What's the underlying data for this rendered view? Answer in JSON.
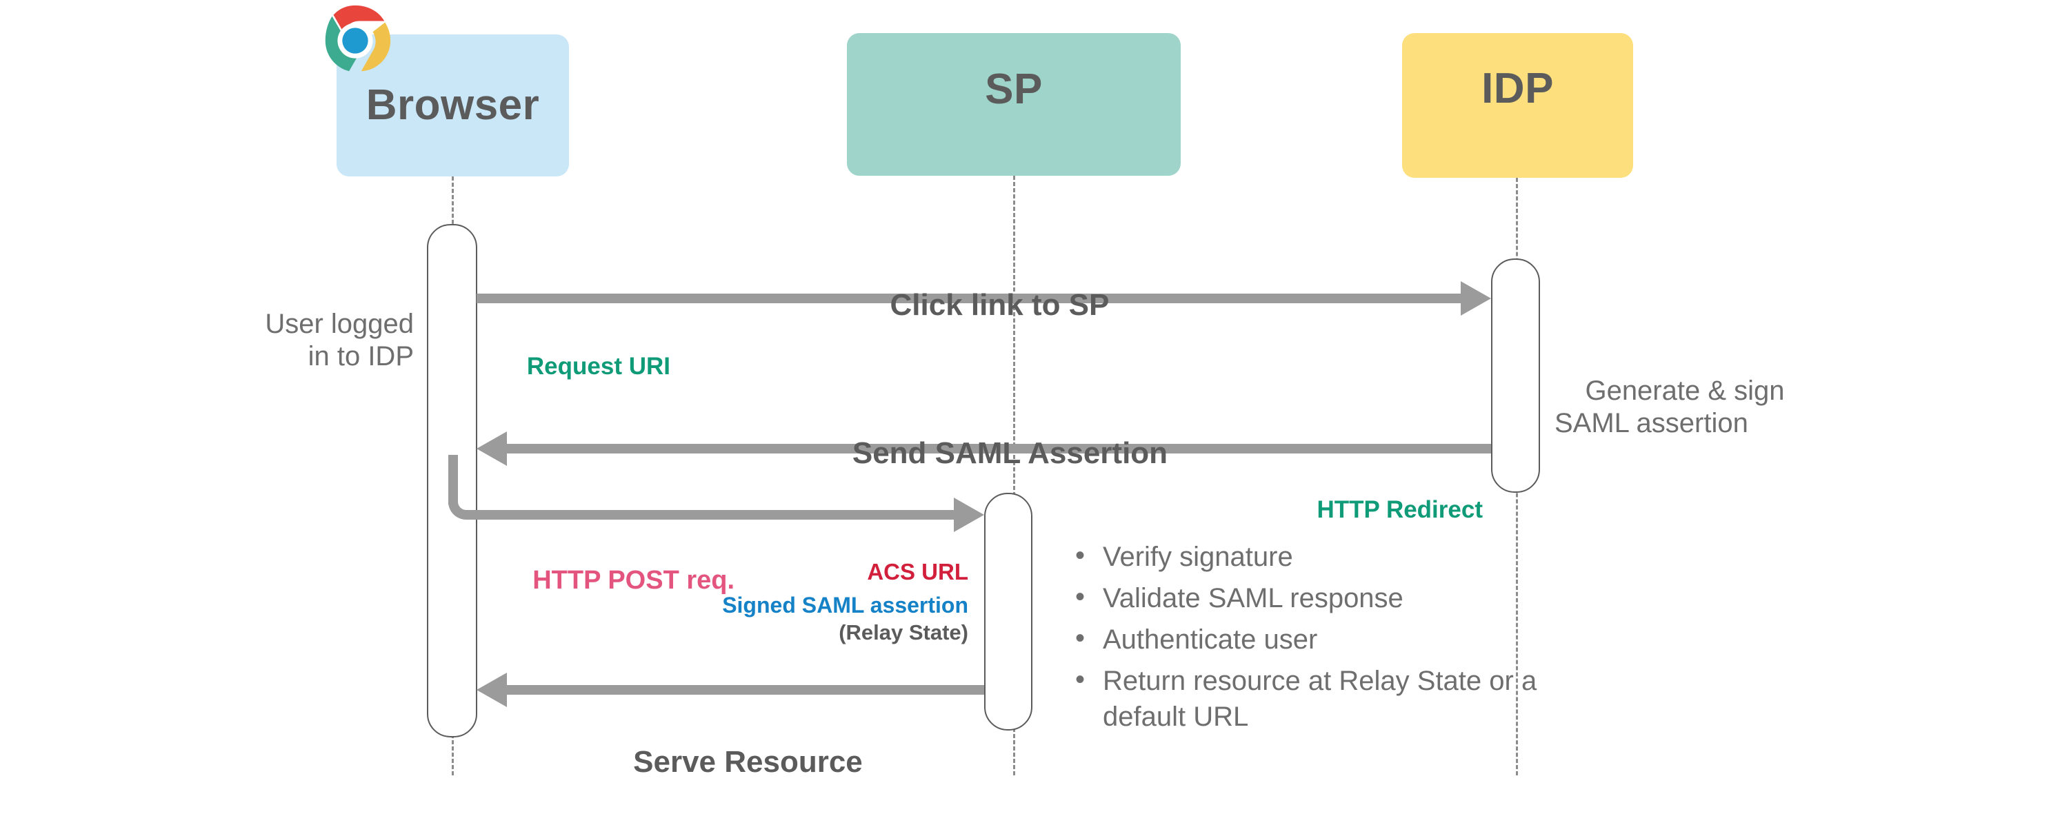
{
  "diagram": {
    "title": "SAML IDP-initiated SSO sequence",
    "type": "sequence-diagram",
    "colors": {
      "browser_box": "#c9e7f7",
      "sp_box": "#9ed4c9",
      "idp_box": "#fddf7e",
      "arrow": "#9b9b9b",
      "text_gray": "#5b5b5b",
      "note_gray": "#6e6e6e",
      "green": "#0f9b77",
      "pink": "#e3557f",
      "crimson": "#d11f3c",
      "blue": "#1581c6"
    }
  },
  "participants": [
    {
      "id": "browser",
      "label": "Browser",
      "icon": "chrome-logo-icon"
    },
    {
      "id": "sp",
      "label": "SP",
      "icon": null
    },
    {
      "id": "idp",
      "label": "IDP",
      "icon": null
    }
  ],
  "notes": {
    "user_logged_in": "User logged\nin to IDP",
    "idp_generate": "Generate & sign\nSAML assertion"
  },
  "messages": [
    {
      "id": "click-link",
      "label": "Click link to SP",
      "from": "browser",
      "to": "idp",
      "direction": "right",
      "sublabel": "Request URI",
      "sublabel_color": "green"
    },
    {
      "id": "send-assertion",
      "label": "Send SAML Assertion",
      "from": "idp",
      "to": "browser",
      "direction": "left",
      "sublabel": "HTTP Redirect",
      "sublabel_color": "green"
    },
    {
      "id": "http-post",
      "label": "HTTP POST req.",
      "from": "browser",
      "to": "sp",
      "direction": "right",
      "label_color": "pink",
      "payload": {
        "acs_url": "ACS URL",
        "signed_assertion": "Signed SAML assertion",
        "relay_state": "(Relay State)"
      }
    },
    {
      "id": "serve-resource",
      "label": "Serve Resource",
      "from": "sp",
      "to": "browser",
      "direction": "left"
    }
  ],
  "sp_processing_steps": [
    "Verify signature",
    "Validate SAML response",
    "Authenticate user",
    " Return resource at Relay State or a default URL"
  ]
}
